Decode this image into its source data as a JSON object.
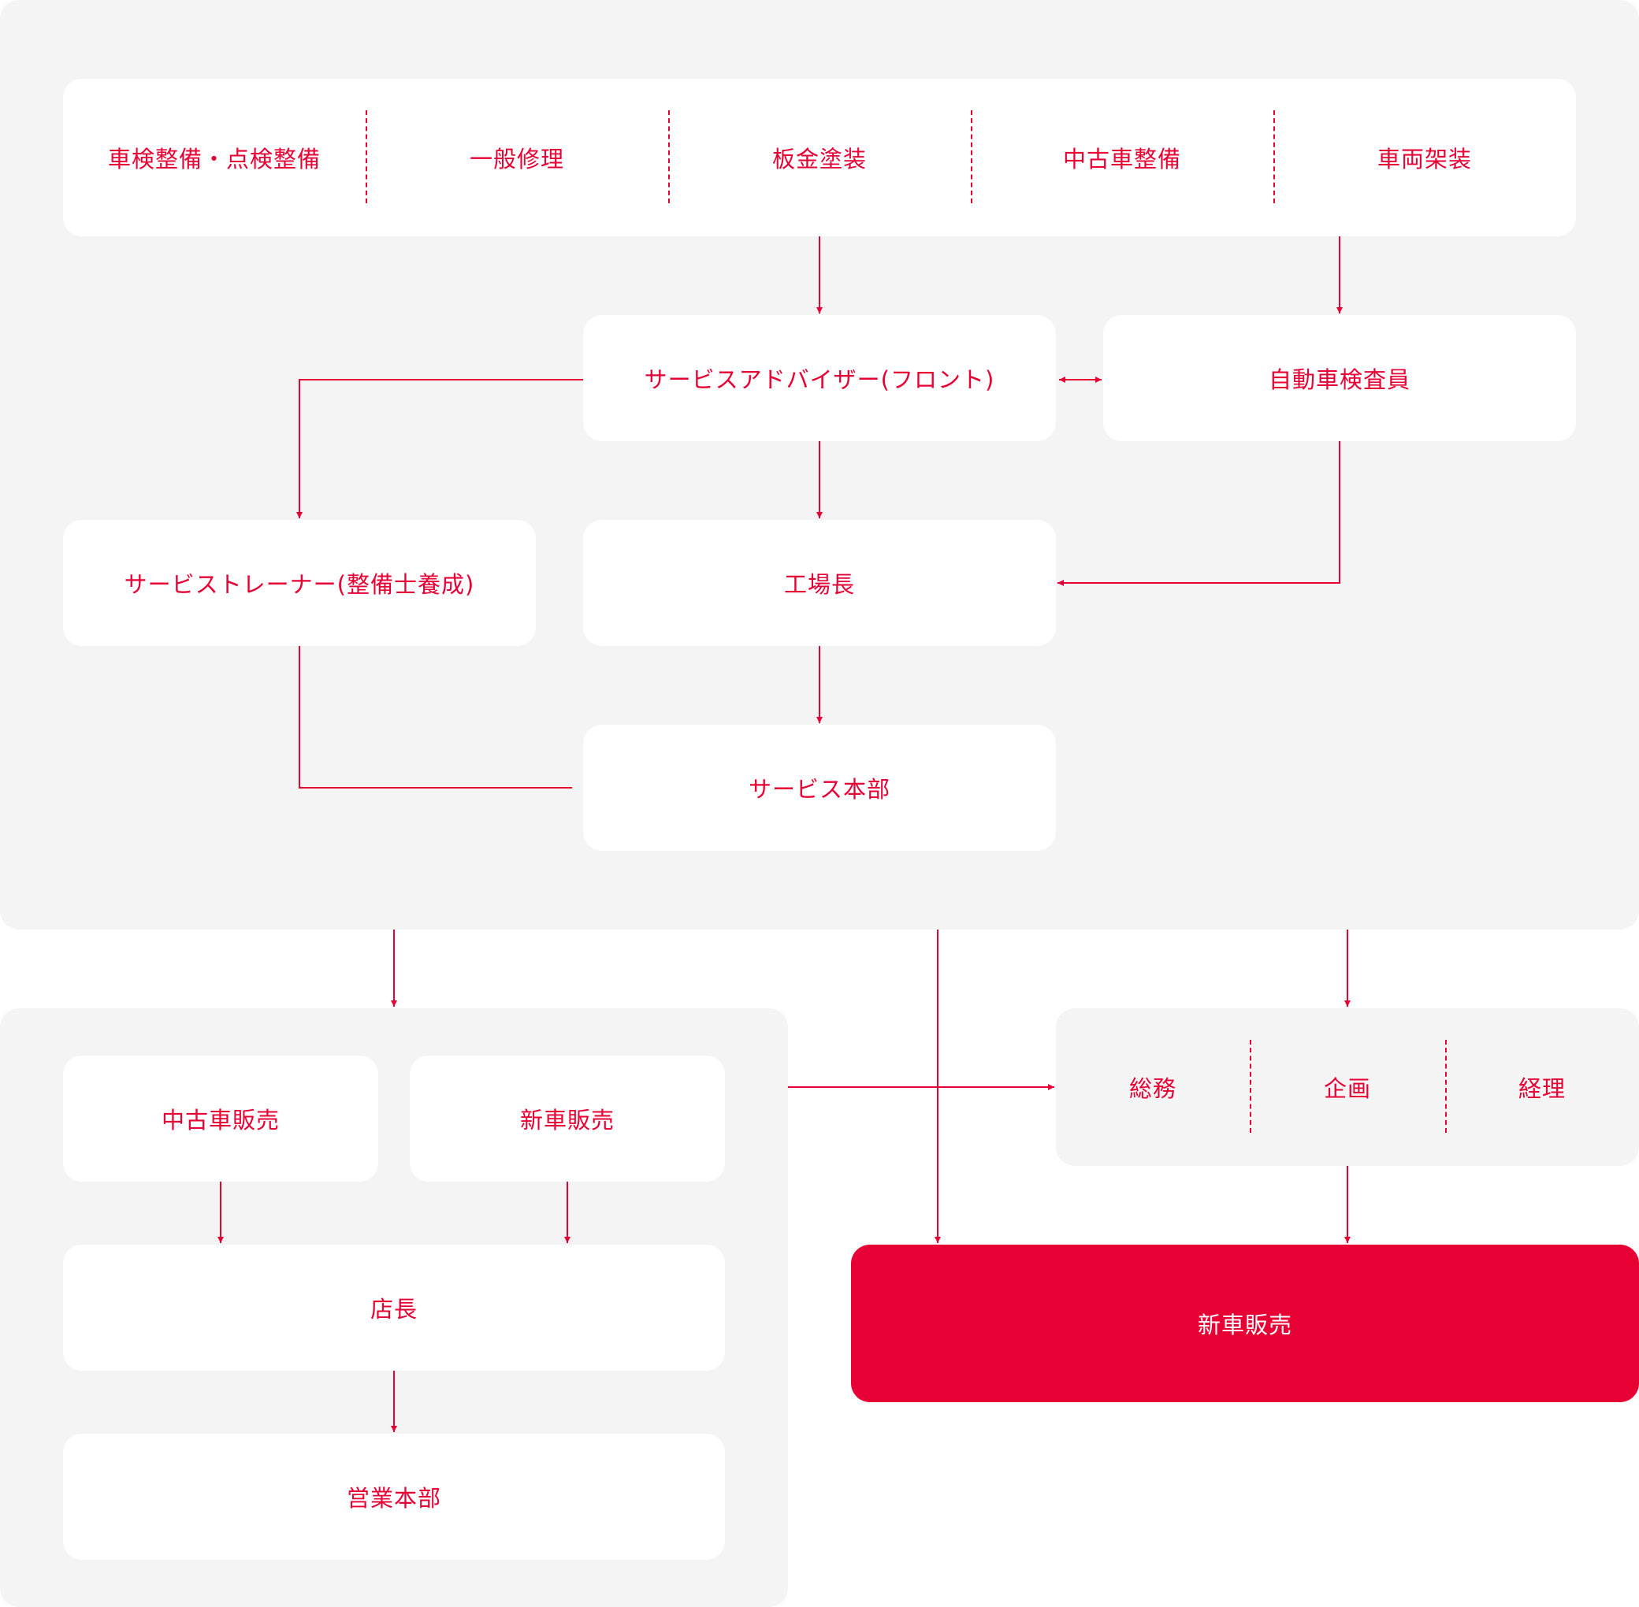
{
  "colors": {
    "accent": "#e60033",
    "panel": "#f4f4f4",
    "box": "#ffffff"
  },
  "service": {
    "work_types": [
      "車検整備・点検整備",
      "一般修理",
      "板金塗装",
      "中古車整備",
      "車両架装"
    ],
    "front": "サービスアドバイザー(フロント)",
    "inspector": "自動車検査員",
    "trainer": "サービストレーナー(整備士養成)",
    "factory_manager": "工場長",
    "headquarters": "サービス本部"
  },
  "sales": {
    "used": "中古車販売",
    "new": "新車販売",
    "store_manager": "店長",
    "headquarters": "営業本部"
  },
  "admin": {
    "items": [
      "総務",
      "企画",
      "経理"
    ]
  },
  "final": {
    "label": "新車販売"
  }
}
